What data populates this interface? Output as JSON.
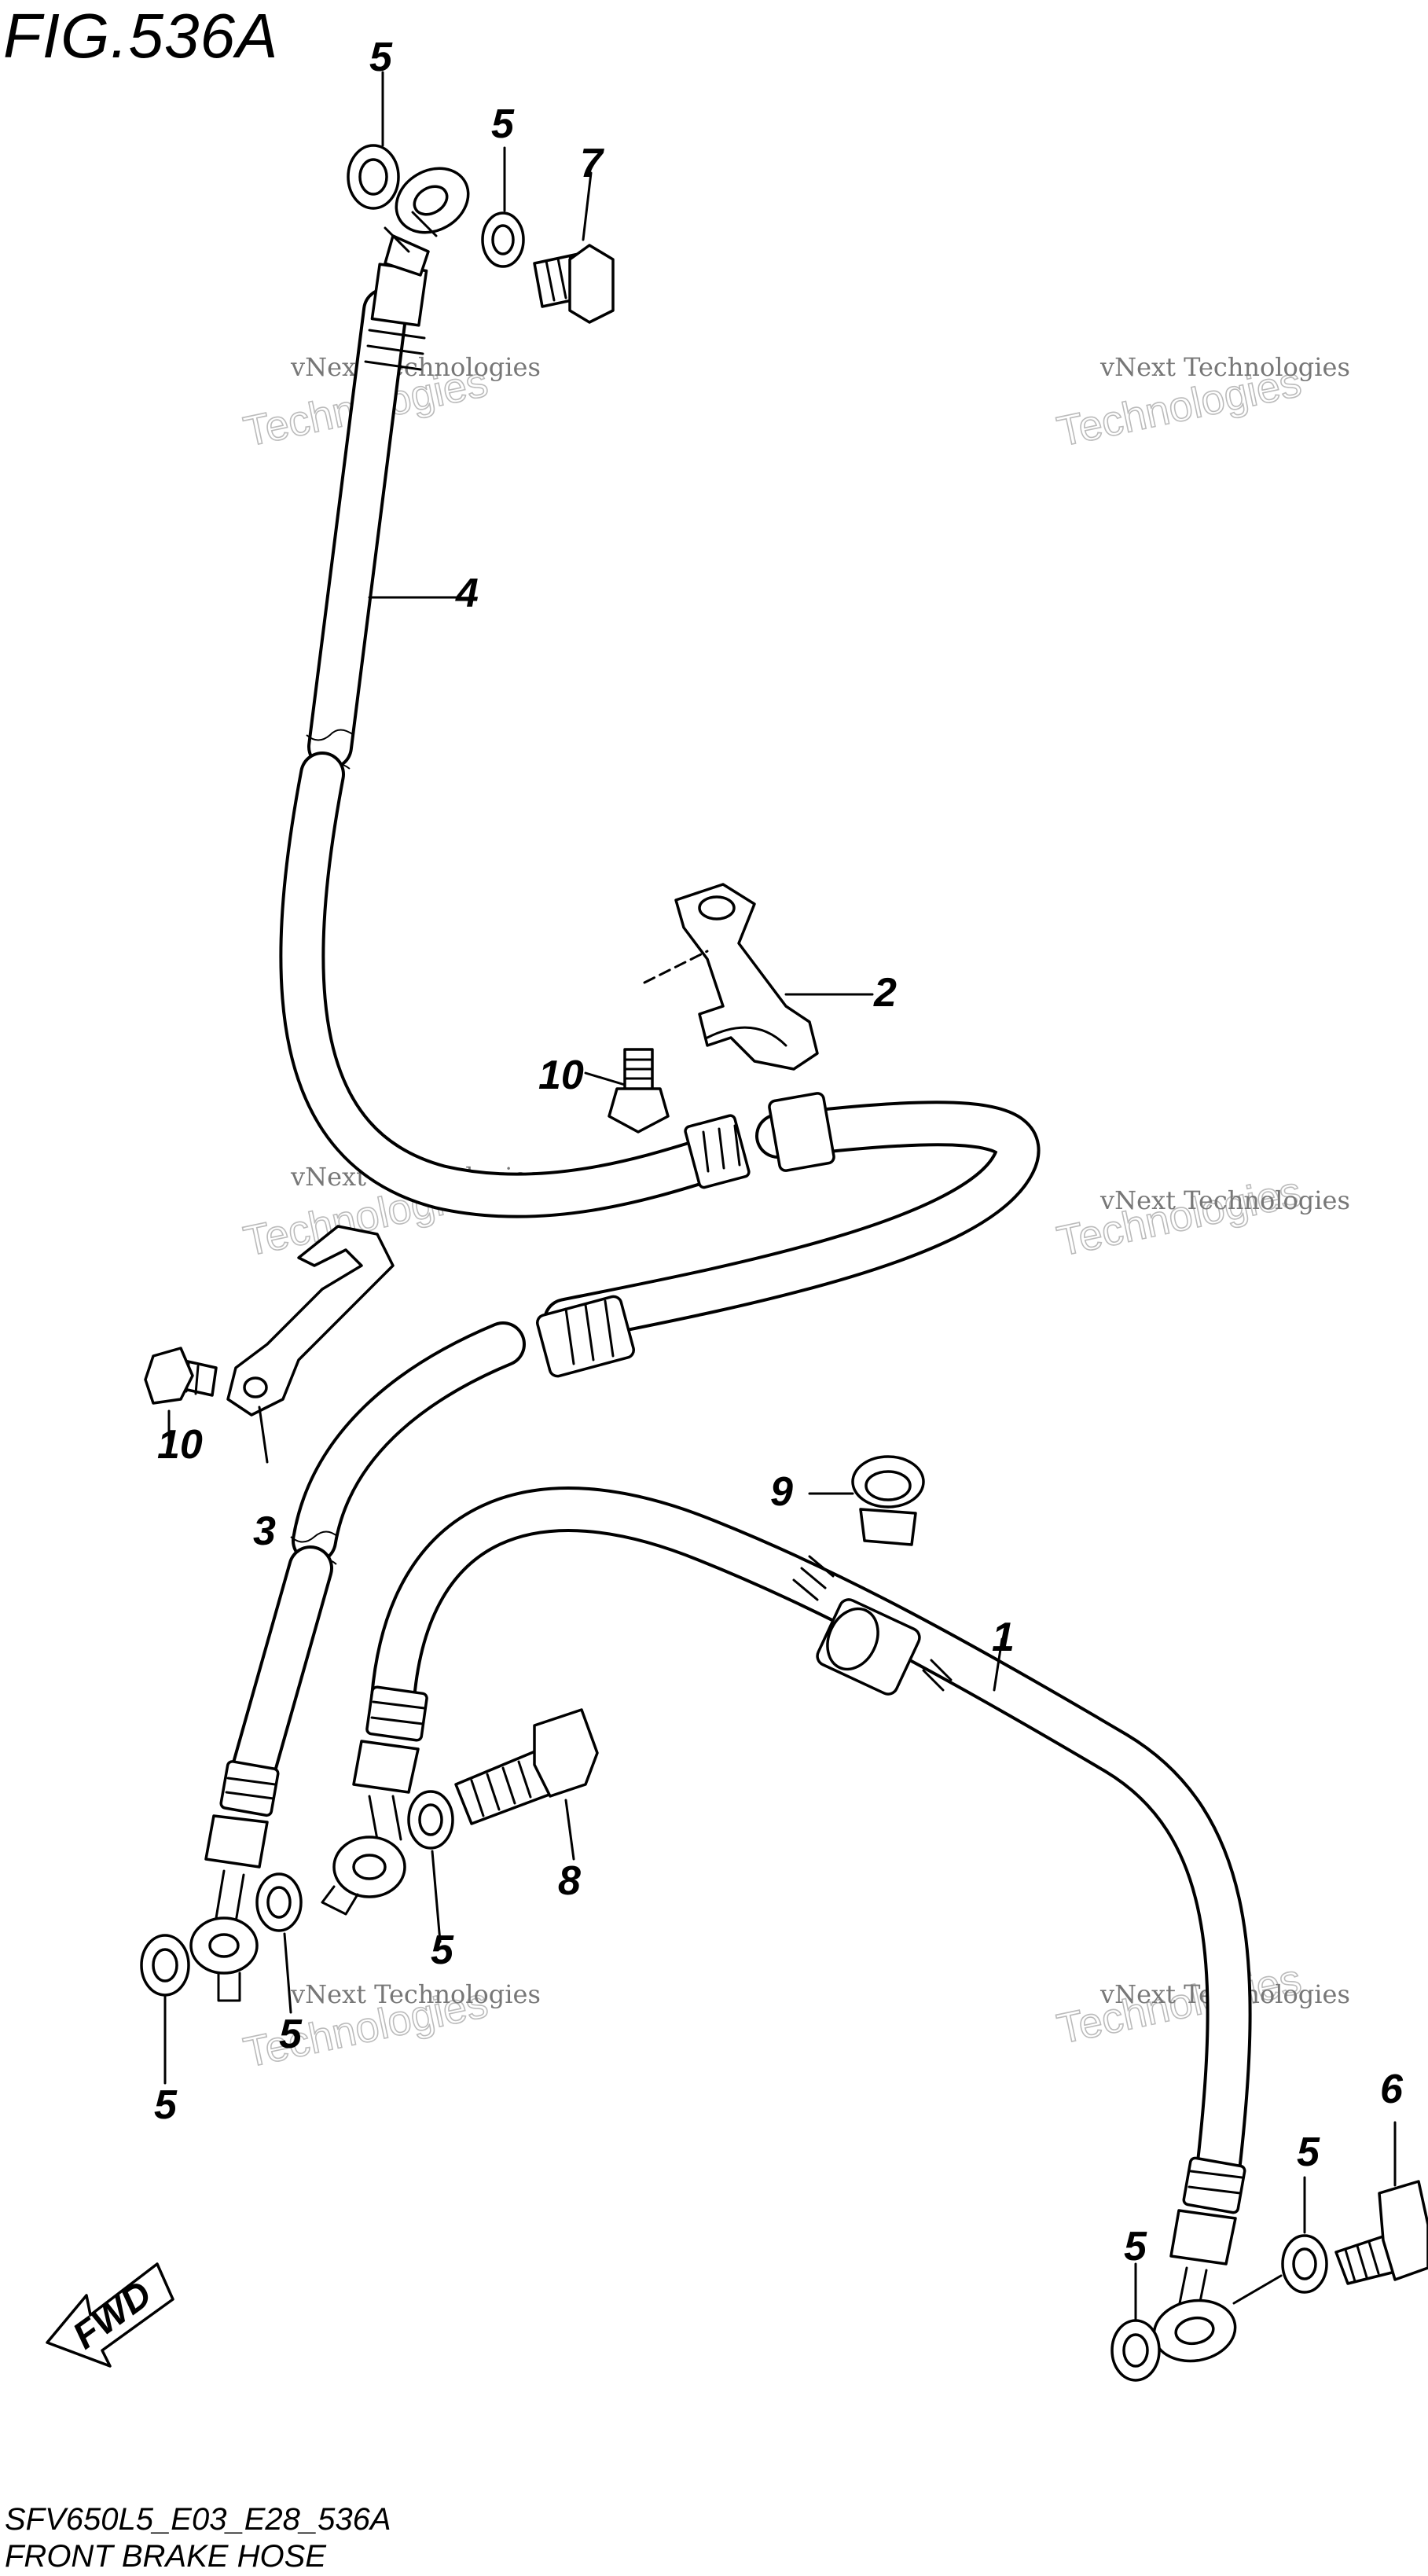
{
  "figure": {
    "title": "FIG.536A",
    "drawing_code": "SFV650L5_E03_E28_536A",
    "name": "FRONT BRAKE HOSE"
  },
  "direction_arrow": {
    "label": "FWD"
  },
  "watermark": {
    "line1": "vNext Technologies",
    "line2": "Technologies"
  },
  "callouts": [
    {
      "id": "c-5a",
      "label": "5"
    },
    {
      "id": "c-5b",
      "label": "5"
    },
    {
      "id": "c-7",
      "label": "7"
    },
    {
      "id": "c-4",
      "label": "4"
    },
    {
      "id": "c-2",
      "label": "2"
    },
    {
      "id": "c-10a",
      "label": "10"
    },
    {
      "id": "c-10b",
      "label": "10"
    },
    {
      "id": "c-3",
      "label": "3"
    },
    {
      "id": "c-9",
      "label": "9"
    },
    {
      "id": "c-1",
      "label": "1"
    },
    {
      "id": "c-8",
      "label": "8"
    },
    {
      "id": "c-5c",
      "label": "5"
    },
    {
      "id": "c-5d",
      "label": "5"
    },
    {
      "id": "c-5e",
      "label": "5"
    },
    {
      "id": "c-6",
      "label": "6"
    },
    {
      "id": "c-5f",
      "label": "5"
    },
    {
      "id": "c-5g",
      "label": "5"
    }
  ]
}
